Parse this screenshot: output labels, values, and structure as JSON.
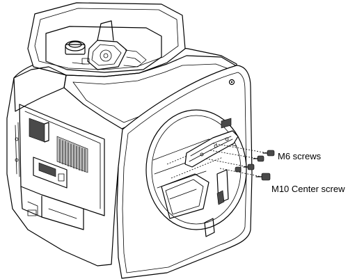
{
  "figure": {
    "labels": {
      "m6_screws": "M6 screws",
      "m10_center_screw": "M10 Center screw"
    },
    "colors": {
      "line": "#000000",
      "background": "#ffffff",
      "shade_dark": "#4a4a4a",
      "shade_light": "#bdbdbd"
    },
    "components": [
      "gantry-cover",
      "top-cover-fan-assembly",
      "left-side-electronics-panel",
      "front-bore-opening",
      "bracket-assembly",
      "m6-screws",
      "m10-center-screw"
    ]
  }
}
